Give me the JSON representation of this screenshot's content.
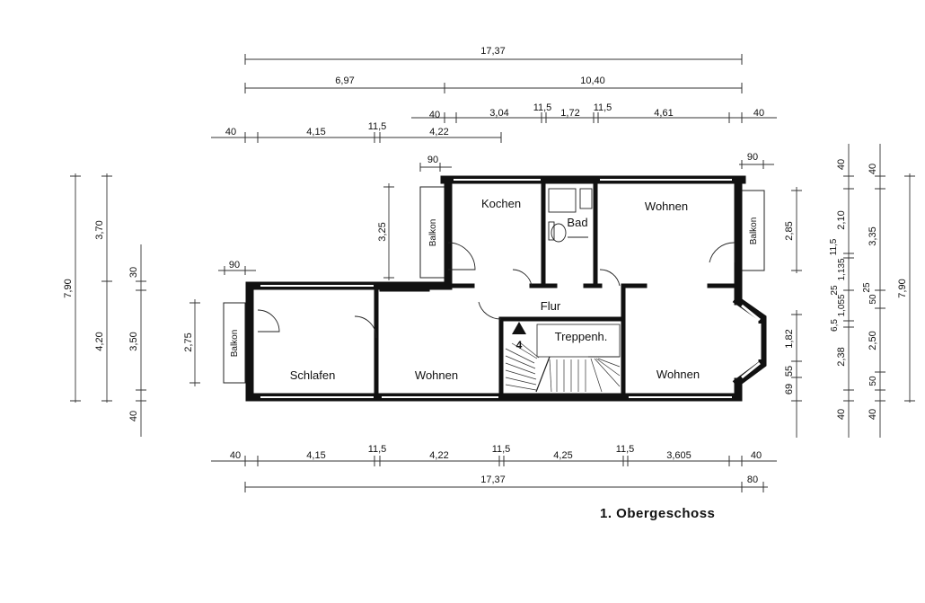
{
  "floor_title": "1. Obergeschoss",
  "rooms": {
    "kochen": "Kochen",
    "bad": "Bad",
    "wohnen_nordost": "Wohnen",
    "flur": "Flur",
    "treppenhaus": "Treppenh.",
    "schlafen": "Schlafen",
    "wohnen_mitte": "Wohnen",
    "wohnen_suedost": "Wohnen",
    "balkon_links": "Balkon",
    "balkon_mitte": "Balkon",
    "balkon_rechts": "Balkon",
    "stair_number": "4"
  },
  "top_dims": {
    "row1": [
      "17,37"
    ],
    "row2": [
      "6,97",
      "10,40"
    ],
    "row3": [
      "40",
      "3,04",
      "11,5",
      "1,72",
      "11,5",
      "4,61",
      "40"
    ],
    "row4": [
      "40",
      "4,15",
      "11,5",
      "4,22"
    ],
    "balkon_mitte": "90",
    "balkon_links": "90",
    "balkon_rechts": "90"
  },
  "bottom_dims": {
    "row1": [
      "40",
      "4,15",
      "11,5",
      "4,22",
      "11,5",
      "4,25",
      "11,5",
      "3,605",
      "40"
    ],
    "row2": [
      "17,37",
      "80"
    ]
  },
  "left_dims": {
    "total": "7,90",
    "col2": [
      "3,70",
      "4,20"
    ],
    "col3": [
      "30",
      "3,50",
      "40"
    ],
    "balkon": "2,75",
    "kochen": "3,25"
  },
  "right_dims": {
    "balkon": "2,85",
    "bay": [
      "1,82",
      "55",
      "69"
    ],
    "col_a": [
      "40",
      "2,10",
      "11,5",
      "1,135",
      "1,055",
      "6,5",
      "2,38",
      "25",
      "40"
    ],
    "col_b": [
      "40",
      "3,35",
      "25",
      "50",
      "2,50",
      "50",
      "40"
    ],
    "total": "7,90"
  }
}
